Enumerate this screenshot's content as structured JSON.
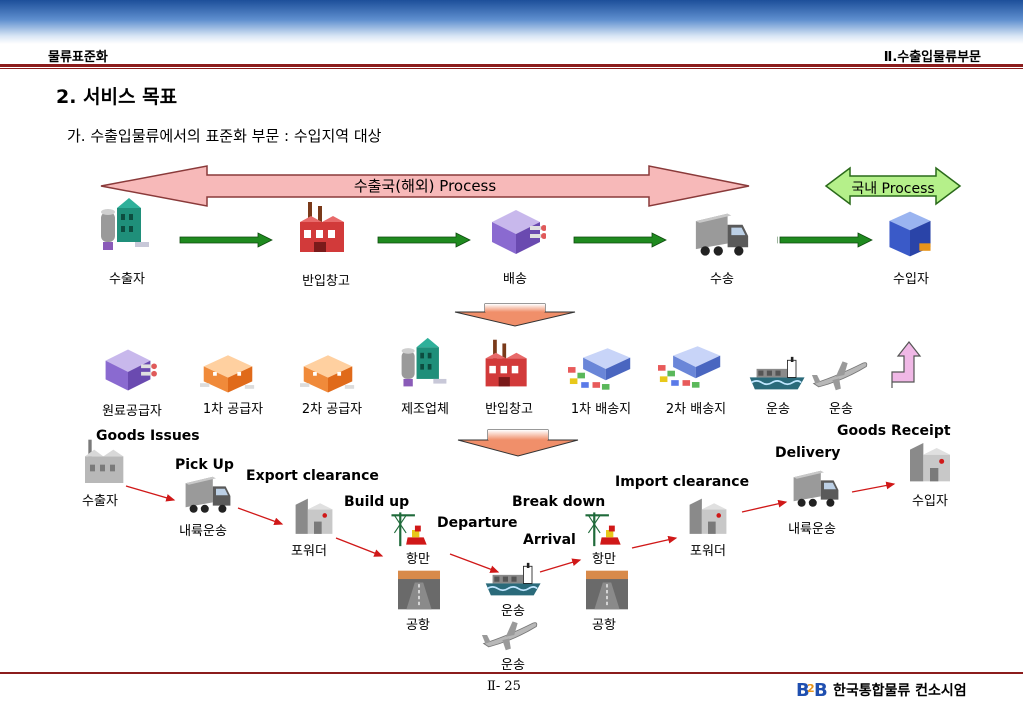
{
  "header": {
    "left": "물류표준화",
    "right": "Ⅱ.수출입물류부문"
  },
  "title": "2. 서비스 목표",
  "subtitle": "가. 수출입물류에서의 표준화 부문 : 수입지역 대상",
  "process": {
    "export_arrow": "수출국(해외) Process",
    "import_arrow": "국내 Process",
    "steps": [
      "수출자",
      "반입창고",
      "배송",
      "수송",
      "수입자"
    ]
  },
  "participants": [
    "원료공급자",
    "1차 공급자",
    "2차 공급자",
    "제조업체",
    "반입창고",
    "1차 배송지",
    "2차 배송지",
    "운송",
    "운송"
  ],
  "flow": {
    "labels": {
      "goods_issues": "Goods Issues",
      "pick_up": "Pick Up",
      "export_clearance": "Export clearance",
      "build_up": "Build up",
      "departure": "Departure",
      "arrival": "Arrival",
      "break_down": "Break down",
      "import_clearance": "Import clearance",
      "delivery": "Delivery",
      "goods_receipt": "Goods Receipt"
    },
    "nodes": {
      "exporter": "수출자",
      "inland_1": "내륙운송",
      "forwarder_1": "포워더",
      "port_1": "항만",
      "airport_1": "공항",
      "sea": "운송",
      "air": "운송",
      "port_2": "항만",
      "airport_2": "공항",
      "forwarder_2": "포워더",
      "inland_2": "내륙운송",
      "importer": "수입자"
    }
  },
  "footer": {
    "page": "Ⅱ- 25",
    "logo_text": "B2B",
    "company": "한국통합물류 컨소시엄"
  },
  "colors": {
    "accent_line": "#8b1c1c",
    "export_arrow_fill": "#f7b9b9",
    "import_arrow_fill": "#b5f08a",
    "step_arrow": "#1f8a1f",
    "flow_arrow": "#d01818"
  },
  "icons": [
    "warehouse-icon",
    "factory-icon",
    "distribution-center-icon",
    "truck-icon",
    "box-building-icon",
    "ship-icon",
    "airplane-icon",
    "crane-icon",
    "runway-icon"
  ]
}
